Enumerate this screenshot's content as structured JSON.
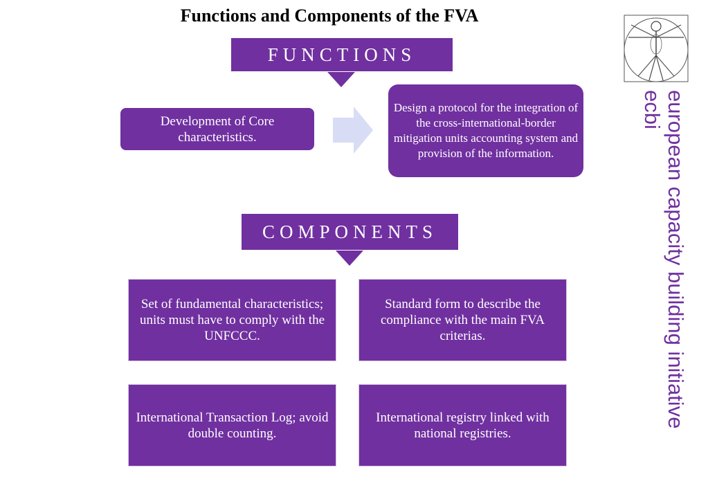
{
  "title": "Functions and Components of the FVA",
  "functions": {
    "header": "FUNCTIONS",
    "left_box": "Development of Core characteristics.",
    "right_box": "Design a  protocol for the integration of the cross-international-border mitigation units accounting system and provision of the information."
  },
  "components": {
    "header": "COMPONENTS",
    "boxes": [
      "Set of fundamental characteristics; units must have to comply  with the UNFCCC.",
      "Standard form to describe the compliance with the main FVA criterias.",
      "International Transaction Log; avoid double counting.",
      "International registry linked with national registries."
    ]
  },
  "branding": {
    "line1": "european capacity building initiative",
    "line2": "ecbi",
    "logo_icon": "vitruvian-man-icon"
  },
  "colors": {
    "primary": "#7030a0",
    "arrow_light": "#d9dcf5",
    "text_light": "#ffffff"
  }
}
